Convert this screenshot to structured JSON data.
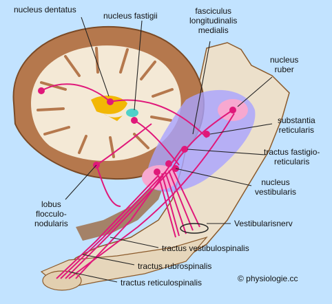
{
  "labels": {
    "nucleus_dentatus": "nucleus dentatus",
    "nucleus_fastigii": "nucleus fastigii",
    "fasciculus_1": "fasciculus",
    "fasciculus_2": "longitudinalis",
    "fasciculus_3": "medialis",
    "nucleus_ruber_1": "nucleus",
    "nucleus_ruber_2": "ruber",
    "substantia_1": "substantia",
    "substantia_2": "reticularis",
    "tractus_fast_1": "tractus fastigio-",
    "tractus_fast_2": "reticularis",
    "nucleus_vest_1": "nucleus",
    "nucleus_vest_2": "vestibularis",
    "lobus_1": "lobus",
    "lobus_2": "flocculo-",
    "lobus_3": "nodularis",
    "vestibularisnerv": "Vestibularisnerv",
    "tractus_vestibulospinalis": "tractus vestibulospinalis",
    "tractus_rubrospinalis": "tractus rubrospinalis",
    "tractus_reticulospinalis": "tractus reticulospinalis",
    "copyright": "© physiologie.cc"
  },
  "colors": {
    "background": "#c2e3ff",
    "cortex": "#b5784d",
    "white_matter": "#f4e9d6",
    "brainstem": "#ece0cb",
    "nucleus_region": "#a9a3ff",
    "tract": "#e0187a",
    "nucleus_dentatus": "#f2b705",
    "nucleus_fastigii": "#4fd1c9",
    "leader_line": "#222222"
  }
}
